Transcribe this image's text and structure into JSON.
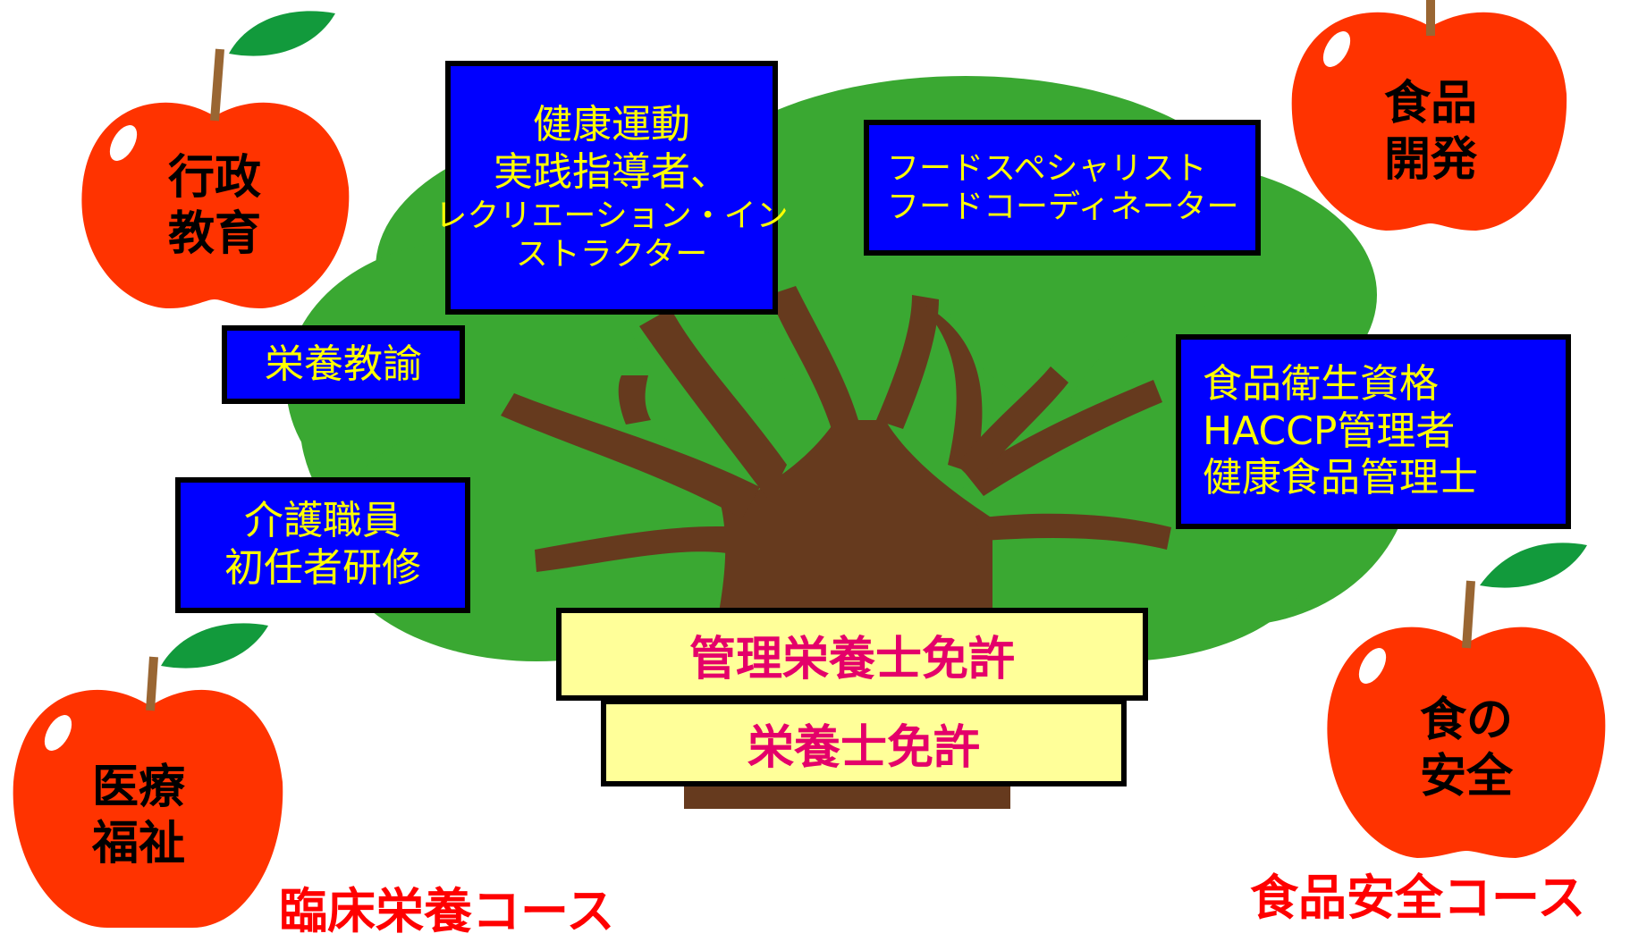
{
  "colors": {
    "canopy": "#3aa832",
    "trunk": "#663a1e",
    "box_fill": "#0000ff",
    "box_text": "#ffff00",
    "plate_fill": "#ffff99",
    "plate_text": "#e4006a",
    "apple": "#ff3300",
    "leaf": "#129a3c",
    "course_text": "#ff0000"
  },
  "apples": {
    "gyosei": [
      "行政",
      "教育"
    ],
    "shokuhin_kaihatsu": [
      "食品",
      "開発"
    ],
    "iryo": [
      "医療",
      "福祉"
    ],
    "anzen": [
      "食の",
      "安全"
    ]
  },
  "boxes": {
    "kenko": [
      "健康運動",
      "実践指導者、",
      "レクリエーション・イン",
      "ストラクター"
    ],
    "food": [
      "フードスペシャリスト",
      "フードコーディネーター"
    ],
    "eiyo_kyoyu": [
      "栄養教諭"
    ],
    "kaigo": [
      "介護職員",
      "初任者研修"
    ],
    "eisei": [
      "食品衛生資格",
      "HACCP管理者",
      "健康食品管理士"
    ]
  },
  "plates": {
    "kanri": "管理栄養士免許",
    "eiyoshi": "栄養士免許"
  },
  "courses": {
    "rinsho": "臨床栄養コース",
    "shokuhin_anzen": "食品安全コース"
  }
}
